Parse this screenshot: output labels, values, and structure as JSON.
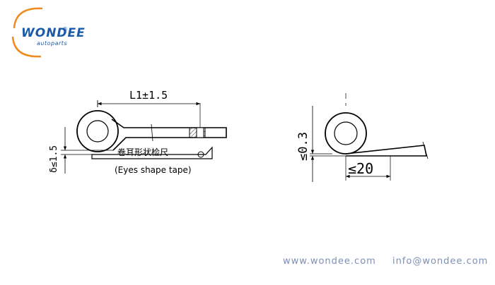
{
  "logo": {
    "brand": "WONDEE",
    "sub": "autoparts",
    "registered": "®",
    "brand_color": "#1b5aa8",
    "swoosh_color": "#f08a1c"
  },
  "left_drawing": {
    "length_dim": "L1±1.5",
    "gap_dim": "δ≤1.5",
    "gauge_name": "卷耳形状检尺",
    "gauge_name_en": "(Eyes shape tape)"
  },
  "right_drawing": {
    "vertical_dim": "≤0.3",
    "horizontal_dim": "≤20"
  },
  "footer": {
    "website": "www.wondee.com",
    "email": "info@wondee.com",
    "color": "#7e8fb8"
  }
}
